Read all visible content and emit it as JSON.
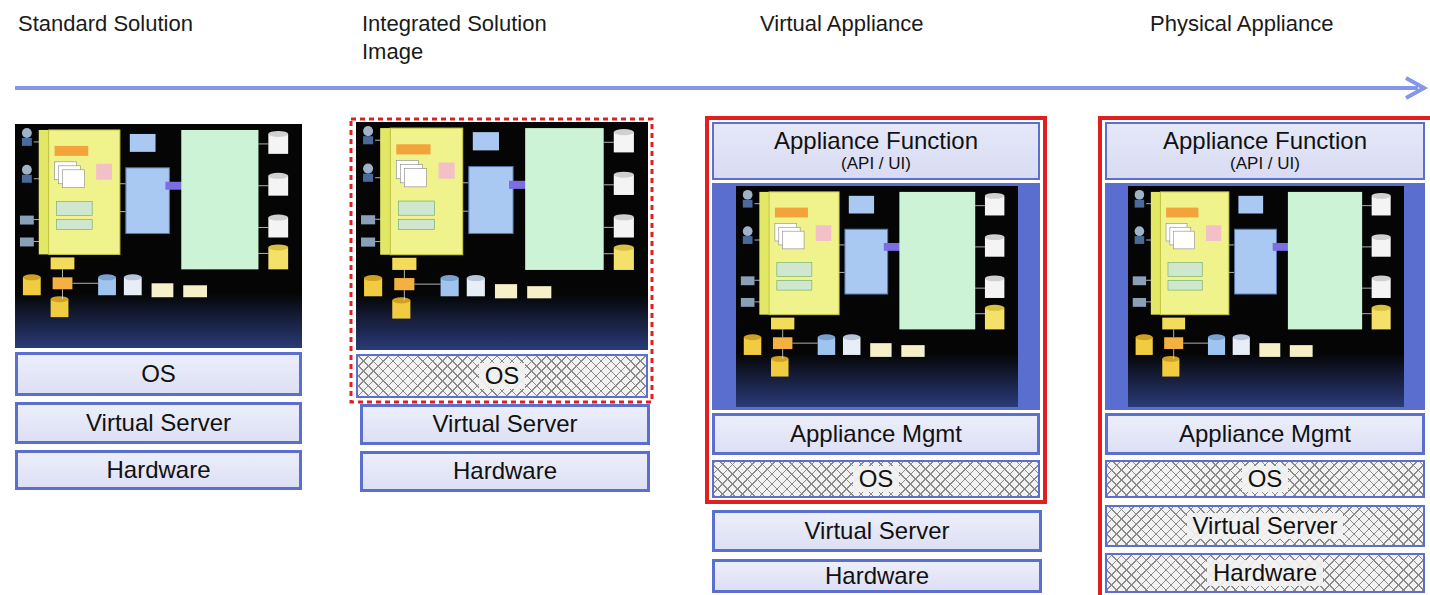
{
  "diagram": {
    "nodes": [
      {
        "text": [
          "OS"
        ]
      },
      {
        "text": [
          "Virtual Server"
        ]
      },
      {
        "text": [
          "Hardware"
        ]
      },
      {
        "text": [
          "OS"
        ]
      },
      {
        "text": [
          "Virtual Server"
        ]
      },
      {
        "text": [
          "Hardware"
        ]
      },
      {
        "text": [
          "Appliance Function",
          "(API / UI)"
        ]
      },
      {
        "text": [
          "Appliance Mgmt"
        ]
      },
      {
        "text": [
          "OS"
        ]
      },
      {
        "text": [
          "Virtual Server"
        ]
      },
      {
        "text": [
          "Hardware"
        ]
      },
      {
        "text": [
          "Appliance Function",
          "(API / UI)"
        ]
      },
      {
        "text": [
          "Appliance Mgmt"
        ]
      },
      {
        "text": [
          "OS"
        ]
      },
      {
        "text": [
          "Virtual Server"
        ]
      },
      {
        "text": [
          "Hardware"
        ]
      }
    ],
    "labels": [
      "Standard Solution",
      "Integrated Solution Image",
      "Virtual Appliance",
      "Physical Appliance"
    ]
  }
}
